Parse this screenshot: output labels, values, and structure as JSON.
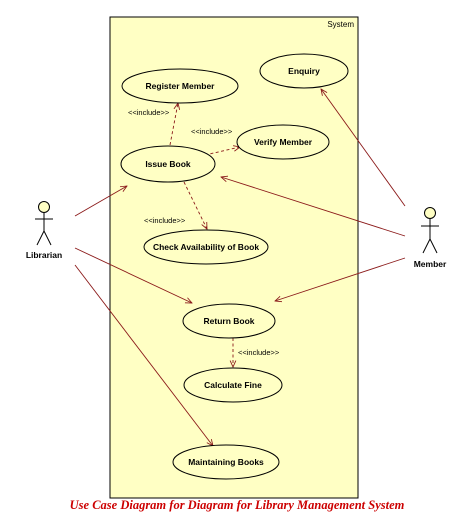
{
  "system_label": "System",
  "actors": {
    "librarian": "Librarian",
    "member": "Member"
  },
  "use_cases": {
    "register_member": "Register Member",
    "enquiry": "Enquiry",
    "issue_book": "Issue Book",
    "verify_member": "Verify Member",
    "check_availability": "Check Availability of Book",
    "return_book": "Return Book",
    "calculate_fine": "Calculate Fine",
    "maintaining_books": "Maintaining Books"
  },
  "stereotypes": {
    "issue_to_register": "<<include>>",
    "issue_to_verify": "<<include>>",
    "issue_to_check": "<<include>>",
    "return_to_fine": "<<include>>"
  },
  "caption": "Use Case Diagram for Diagram for Library Management System",
  "colors": {
    "system_fill": "#ffffc4",
    "usecase_fill": "#ffffc4",
    "actor_fill": "#ffffc4",
    "association": "#8b1a1a",
    "include": "#8b1a1a",
    "caption": "#cc0000"
  }
}
